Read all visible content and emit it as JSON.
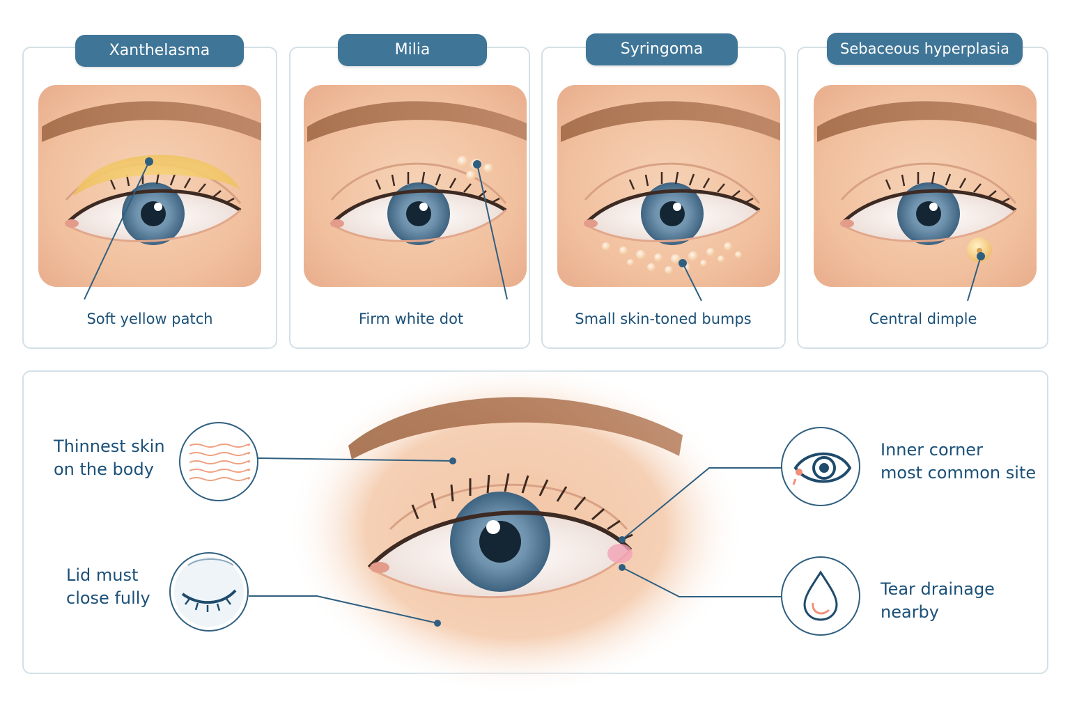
{
  "conditions": [
    {
      "title": "Xanthelasma",
      "caption": "Soft yellow patch"
    },
    {
      "title": "Milia",
      "caption": "Firm white dot"
    },
    {
      "title": "Syringoma",
      "caption": "Small skin-toned bumps"
    },
    {
      "title": "Sebaceous hyperplasia",
      "caption": "Central dimple"
    }
  ],
  "callouts": {
    "thin_skin": "Thinnest skin\non the body",
    "lid_close": "Lid must\nclose fully",
    "inner_corner": "Inner corner\nmost common site",
    "tear_drainage": "Tear drainage\nnearby"
  },
  "icons": {
    "thin_skin": "skin-layers-icon",
    "lid_close": "closed-eye-icon",
    "inner_corner": "eye-inner-corner-icon",
    "tear_drainage": "tear-drop-icon"
  },
  "colors": {
    "header_bg": "#3f7597",
    "text": "#1b5078",
    "card_border": "#d3e0e7",
    "xanthelasma": "#f2c560",
    "skin": "#f4c8a8",
    "iris": "#5d829d"
  }
}
